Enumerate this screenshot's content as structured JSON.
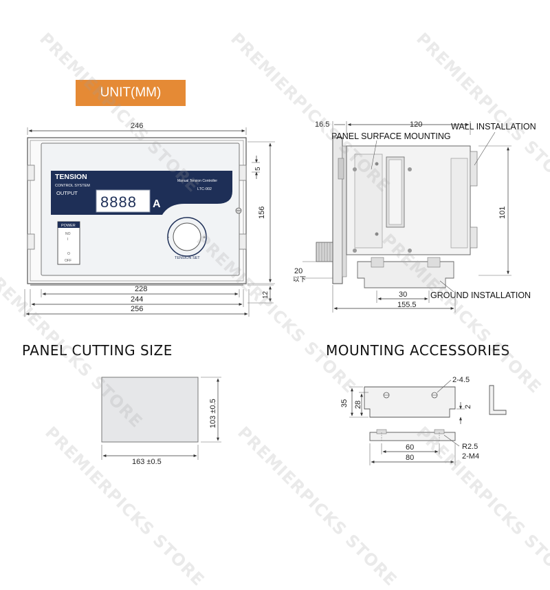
{
  "unit_label": "UNIT(MM)",
  "front_view": {
    "dimensions": {
      "width_top": "246",
      "height": "156",
      "small": "5",
      "bottom_depth": "12",
      "width_228": "228",
      "width_244": "244",
      "width_256": "256"
    },
    "panel": {
      "brand": "TENSION",
      "sub1": "CONTROL SYSTEM",
      "sub2": "OUTPUT",
      "display": "8888",
      "unit": "A",
      "product": "Manual Tension Controller",
      "model": "LTC-002",
      "knob_label": "TENSION SET",
      "power_label": "POWER",
      "power_on": "NO",
      "power_mark": "I",
      "power_mark2": "O",
      "power_off": "OFF"
    },
    "colors": {
      "navy": "#1e2f57",
      "panel_bg": "#f1f3f5"
    }
  },
  "side_view": {
    "labels": {
      "panel_surface": "PANEL SURFACE MOUNTING",
      "wall": "WALL INSTALLATION",
      "ground": "GROUND INSTALLATION"
    },
    "dimensions": {
      "d16_5": "16.5",
      "d120": "120",
      "d101": "101",
      "d20": "20",
      "d20_note": "以下",
      "d30": "30",
      "d155_5": "155.5"
    }
  },
  "panel_cutting": {
    "title": "PANEL CUTTING SIZE",
    "width": "163 ±0.5",
    "height": "103 ±0.5"
  },
  "mounting": {
    "title": "MOUNTING ACCESSORIES",
    "holes": "2-4.5",
    "d35": "35",
    "d28": "28",
    "d2": "2",
    "d60": "60",
    "d80": "80",
    "r": "R2.5",
    "m4": "2-M4"
  },
  "watermark": "PREMIERPICKS STORE"
}
